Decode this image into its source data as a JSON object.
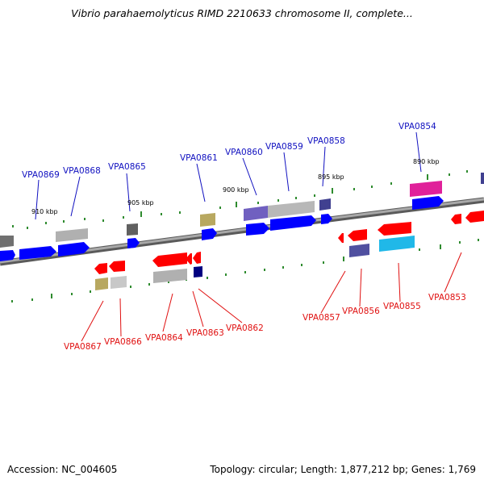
{
  "title": "Vibrio parahaemolyticus RIMD 2210633 chromosome II, complete...",
  "footer": {
    "accession": "Accession: NC_004605",
    "topology": "Topology: circular; Length: 1,877,212 bp; Genes: 1,769"
  },
  "kbp_labels": [
    "910 kbp",
    "905 kbp",
    "900 kbp",
    "895 kbp",
    "890 kbp"
  ],
  "genes_top": [
    "VPA0869",
    "VPA0868",
    "VPA0865",
    "VPA0861",
    "VPA0860",
    "VPA0859",
    "VPA0858",
    "VPA0854"
  ],
  "genes_bottom": [
    "VPA0867",
    "VPA0866",
    "VPA0864",
    "VPA0863",
    "VPA0862",
    "VPA0857",
    "VPA0856",
    "VPA0855",
    "VPA0853"
  ],
  "colors": {
    "top_label": "#1010c0",
    "bottom_label": "#e01010",
    "backbone": "#808080",
    "cds_forward": "#0000ff",
    "cds_reverse": "#ff0000",
    "tick": "#3a8a2a"
  }
}
